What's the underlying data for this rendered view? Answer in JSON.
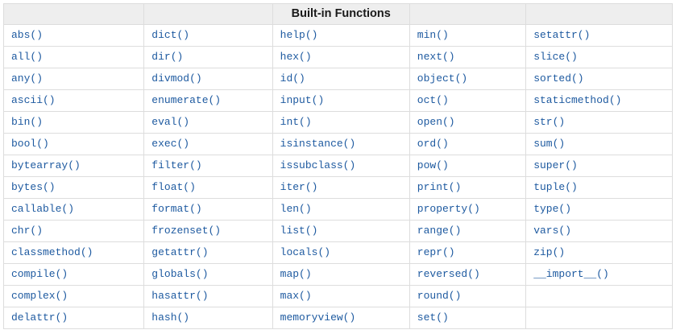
{
  "table": {
    "title": "Built-in Functions",
    "colors": {
      "link": "#1e5aa0",
      "header_background": "#eeeeee",
      "border": "#dddddd",
      "header_text": "#1a1a1a",
      "row_background": "#ffffff"
    },
    "rows": [
      [
        "abs()",
        "dict()",
        "help()",
        "min()",
        "setattr()"
      ],
      [
        "all()",
        "dir()",
        "hex()",
        "next()",
        "slice()"
      ],
      [
        "any()",
        "divmod()",
        "id()",
        "object()",
        "sorted()"
      ],
      [
        "ascii()",
        "enumerate()",
        "input()",
        "oct()",
        "staticmethod()"
      ],
      [
        "bin()",
        "eval()",
        "int()",
        "open()",
        "str()"
      ],
      [
        "bool()",
        "exec()",
        "isinstance()",
        "ord()",
        "sum()"
      ],
      [
        "bytearray()",
        "filter()",
        "issubclass()",
        "pow()",
        "super()"
      ],
      [
        "bytes()",
        "float()",
        "iter()",
        "print()",
        "tuple()"
      ],
      [
        "callable()",
        "format()",
        "len()",
        "property()",
        "type()"
      ],
      [
        "chr()",
        "frozenset()",
        "list()",
        "range()",
        "vars()"
      ],
      [
        "classmethod()",
        "getattr()",
        "locals()",
        "repr()",
        "zip()"
      ],
      [
        "compile()",
        "globals()",
        "map()",
        "reversed()",
        "__import__()"
      ],
      [
        "complex()",
        "hasattr()",
        "max()",
        "round()",
        ""
      ],
      [
        "delattr()",
        "hash()",
        "memoryview()",
        "set()",
        ""
      ]
    ]
  }
}
